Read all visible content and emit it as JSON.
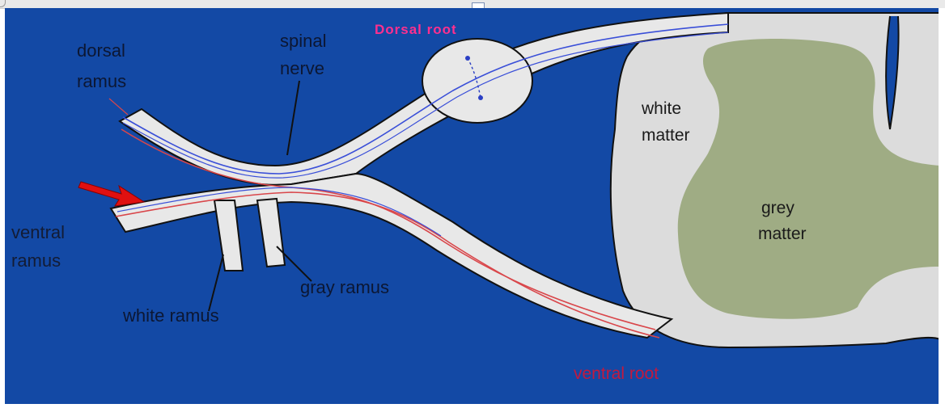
{
  "diagram": {
    "labels": {
      "dorsal_root": "Dorsal root",
      "spinal_nerve_1": "spinal",
      "spinal_nerve_2": "nerve",
      "dorsal_ramus_1": "dorsal",
      "dorsal_ramus_2": "ramus",
      "ventral_ramus_1": "ventral",
      "ventral_ramus_2": "ramus",
      "white_ramus": "white ramus",
      "gray_ramus": "gray ramus",
      "white_matter_1": "white",
      "white_matter_2": "matter",
      "grey_matter_1": "grey",
      "grey_matter_2": "matter",
      "ventral_root": "ventral root"
    },
    "colors": {
      "background": "#1349a5",
      "nerve_fill": "#e8e8e8",
      "white_matter": "#dcdcdc",
      "grey_matter": "#9fac84",
      "sensory_fiber": "#3a4fd8",
      "motor_fiber": "#d9464a",
      "arrow": "#e01010",
      "dorsal_root_label": "#ff2f8e",
      "ventral_root_label": "#c2193f"
    }
  }
}
